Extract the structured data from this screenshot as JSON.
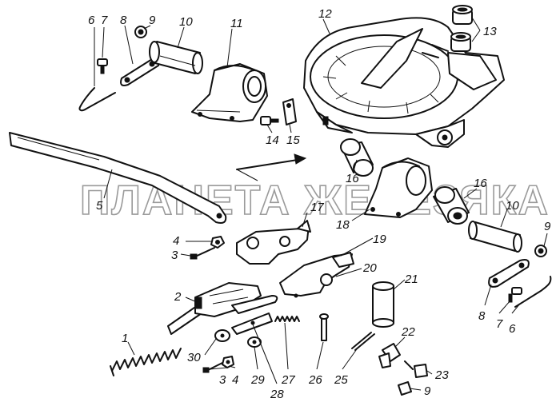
{
  "watermark": "ПЛАНЕТА ЖЕЛЕЗЯКА",
  "callouts": [
    {
      "id": "c6a",
      "text": "6"
    },
    {
      "id": "c7a",
      "text": "7"
    },
    {
      "id": "c8a",
      "text": "8"
    },
    {
      "id": "c9a",
      "text": "9"
    },
    {
      "id": "c10a",
      "text": "10"
    },
    {
      "id": "c11",
      "text": "11"
    },
    {
      "id": "c12",
      "text": "12"
    },
    {
      "id": "c13",
      "text": "13"
    },
    {
      "id": "c14",
      "text": "14"
    },
    {
      "id": "c15",
      "text": "15"
    },
    {
      "id": "c5",
      "text": "5"
    },
    {
      "id": "c16a",
      "text": "16"
    },
    {
      "id": "c16b",
      "text": "16"
    },
    {
      "id": "c17",
      "text": "17"
    },
    {
      "id": "c18",
      "text": "18"
    },
    {
      "id": "c10b",
      "text": "10"
    },
    {
      "id": "c9b",
      "text": "9"
    },
    {
      "id": "c4a",
      "text": "4"
    },
    {
      "id": "c3a",
      "text": "3"
    },
    {
      "id": "c19",
      "text": "19"
    },
    {
      "id": "c20",
      "text": "20"
    },
    {
      "id": "c21",
      "text": "21"
    },
    {
      "id": "c2",
      "text": "2"
    },
    {
      "id": "c1",
      "text": "1"
    },
    {
      "id": "c30",
      "text": "30"
    },
    {
      "id": "c3b",
      "text": "3"
    },
    {
      "id": "c4b",
      "text": "4"
    },
    {
      "id": "c29",
      "text": "29"
    },
    {
      "id": "c28",
      "text": "28"
    },
    {
      "id": "c27",
      "text": "27"
    },
    {
      "id": "c26",
      "text": "26"
    },
    {
      "id": "c25",
      "text": "25"
    },
    {
      "id": "c22",
      "text": "22"
    },
    {
      "id": "c23",
      "text": "23"
    },
    {
      "id": "c9c",
      "text": "9"
    },
    {
      "id": "c8b",
      "text": "8"
    },
    {
      "id": "c7b",
      "text": "7"
    },
    {
      "id": "c6b",
      "text": "6"
    }
  ]
}
